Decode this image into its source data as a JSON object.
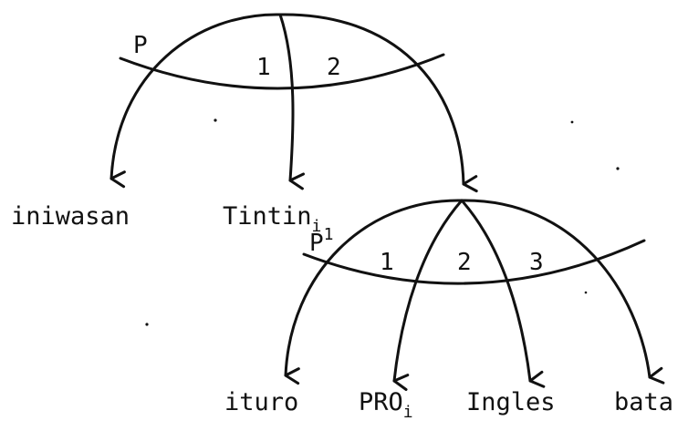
{
  "top_structure": {
    "predicate_label": "P",
    "arc_numbers": [
      "1",
      "2"
    ],
    "terminals": {
      "predicate": "iniwasan",
      "arc1": "Tintin",
      "arc1_subscript": "i"
    }
  },
  "embedded_structure": {
    "predicate_label": "P",
    "predicate_superscript": "1",
    "arc_numbers": [
      "1",
      "2",
      "3"
    ],
    "terminals": {
      "predicate": "ituro",
      "arc1": "PRO",
      "arc1_subscript": "i",
      "arc2": "Ingles",
      "arc3": "bata"
    }
  }
}
